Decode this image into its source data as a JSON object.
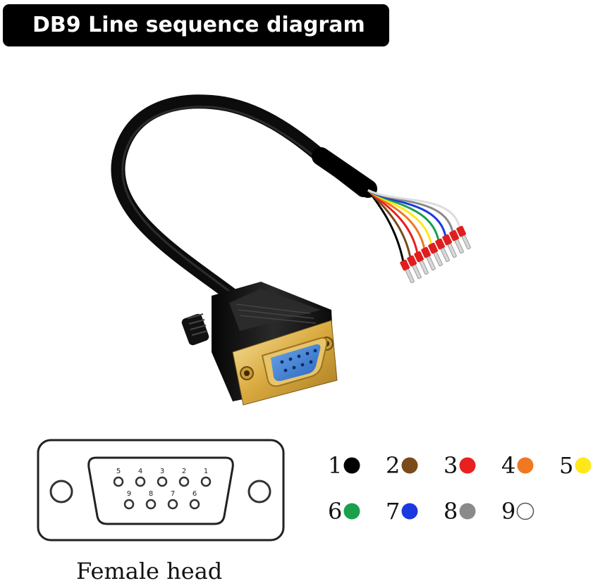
{
  "title": "DB9 Line sequence diagram",
  "caption": "Female head",
  "pin_labels_row1": [
    "5",
    "4",
    "3",
    "2",
    "1"
  ],
  "pin_labels_row2": [
    "9",
    "8",
    "7",
    "6"
  ],
  "wire_colors": [
    {
      "pin": "1",
      "color": "#000000"
    },
    {
      "pin": "2",
      "color": "#7a4a1a"
    },
    {
      "pin": "3",
      "color": "#e82020"
    },
    {
      "pin": "4",
      "color": "#f07820"
    },
    {
      "pin": "5",
      "color": "#ffe81a"
    },
    {
      "pin": "6",
      "color": "#1aa04a"
    },
    {
      "pin": "7",
      "color": "#1a3ae0"
    },
    {
      "pin": "8",
      "color": "#8a8a8a"
    },
    {
      "pin": "9",
      "color": "#ffffff"
    }
  ]
}
